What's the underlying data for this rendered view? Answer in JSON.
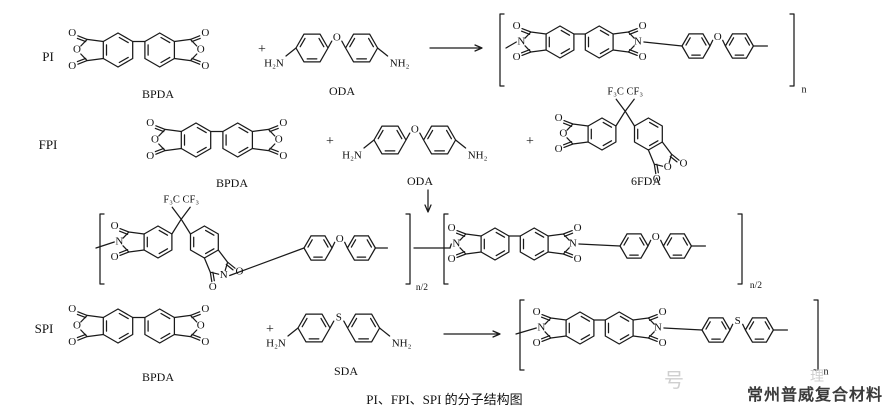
{
  "rows": {
    "pi": {
      "label": "PI",
      "monomers": [
        "BPDA",
        "ODA"
      ],
      "plus": "+",
      "repeat_n": "n"
    },
    "fpi": {
      "label": "FPI",
      "monomers": [
        "BPDA",
        "ODA",
        "6FDA"
      ],
      "plus": [
        "+",
        "+"
      ],
      "cf3": "F₃C CF₃"
    },
    "copolymer": {
      "sub_left": "n/2",
      "sub_right": "n/2"
    },
    "spi": {
      "label": "SPI",
      "monomers": [
        "BPDA",
        "SDA"
      ],
      "plus": "+",
      "repeat_n": "n"
    }
  },
  "atoms": {
    "oxygen": "O",
    "nitrogen": "N",
    "sulfur": "S",
    "amine": "NH₂",
    "amine_left": "H₂N"
  },
  "caption": "PI、FPI、SPI 的分子结构图",
  "watermark": "常州普威复合材料",
  "watermark_ghost": [
    "号",
    "理"
  ],
  "colors": {
    "ink": "#1a1a1a",
    "background": "#ffffff"
  }
}
